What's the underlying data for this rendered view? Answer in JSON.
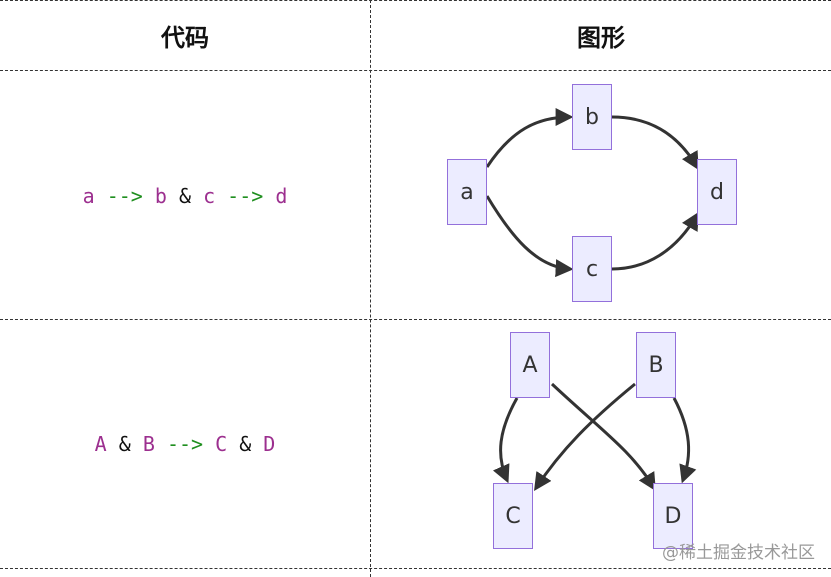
{
  "table": {
    "headers": {
      "code": "代码",
      "diagram": "图形"
    },
    "rows": [
      {
        "code_tokens": [
          {
            "text": "a",
            "kind": "node"
          },
          {
            "text": " ",
            "kind": "amp"
          },
          {
            "text": "-->",
            "kind": "arrow"
          },
          {
            "text": " ",
            "kind": "amp"
          },
          {
            "text": "b",
            "kind": "node"
          },
          {
            "text": " ",
            "kind": "amp"
          },
          {
            "text": "&",
            "kind": "amp"
          },
          {
            "text": " ",
            "kind": "amp"
          },
          {
            "text": "c",
            "kind": "node"
          },
          {
            "text": " ",
            "kind": "amp"
          },
          {
            "text": "-->",
            "kind": "arrow"
          },
          {
            "text": " ",
            "kind": "amp"
          },
          {
            "text": "d",
            "kind": "node"
          }
        ],
        "diagram_nodes": {
          "a": "a",
          "b": "b",
          "c": "c",
          "d": "d"
        }
      },
      {
        "code_tokens": [
          {
            "text": "A",
            "kind": "node"
          },
          {
            "text": " ",
            "kind": "amp"
          },
          {
            "text": "&",
            "kind": "amp"
          },
          {
            "text": " ",
            "kind": "amp"
          },
          {
            "text": "B",
            "kind": "node"
          },
          {
            "text": " ",
            "kind": "amp"
          },
          {
            "text": "-->",
            "kind": "arrow"
          },
          {
            "text": " ",
            "kind": "amp"
          },
          {
            "text": "C",
            "kind": "node"
          },
          {
            "text": " ",
            "kind": "amp"
          },
          {
            "text": "&",
            "kind": "amp"
          },
          {
            "text": " ",
            "kind": "amp"
          },
          {
            "text": "D",
            "kind": "node"
          }
        ],
        "diagram_nodes": {
          "A": "A",
          "B": "B",
          "C": "C",
          "D": "D"
        }
      }
    ]
  },
  "watermark": "@稀土掘金技术社区",
  "colors": {
    "node_fill": "#ececff",
    "node_border": "#9370db",
    "edge": "#333333",
    "code_node": "#9c2f8f",
    "code_arrow": "#1f8f1f"
  }
}
